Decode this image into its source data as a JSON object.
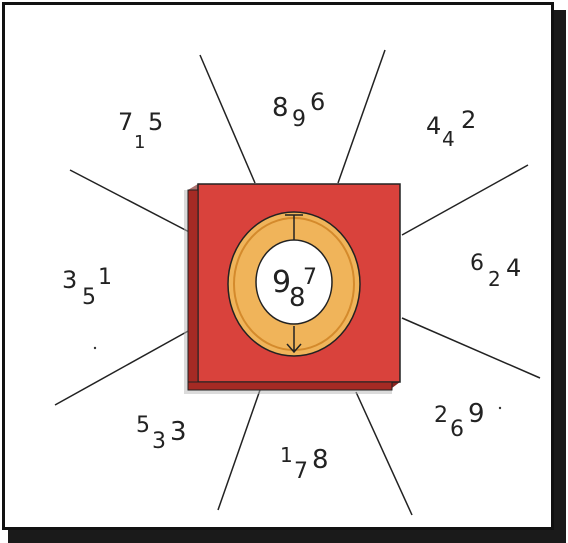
{
  "diagram": {
    "center": {
      "top": "9",
      "sub": "8",
      "sup": "7"
    },
    "regions": [
      {
        "id": "top-left",
        "main": "7",
        "sub": "1",
        "sup": "5"
      },
      {
        "id": "top",
        "main": "8",
        "sub": "9",
        "sup": "6"
      },
      {
        "id": "top-right",
        "main": "4",
        "sub": "4",
        "sup": "2"
      },
      {
        "id": "left",
        "main": "3",
        "sub": "5",
        "sup": "1"
      },
      {
        "id": "right",
        "main": "6",
        "sub": "2",
        "sup": "4"
      },
      {
        "id": "bottom-left",
        "main": "5",
        "sub": "3",
        "sup": "3"
      },
      {
        "id": "bottom",
        "main": "1",
        "sub": "7",
        "sup": "8"
      },
      {
        "id": "bottom-right",
        "main": "2",
        "sub": "6",
        "sup": "9"
      }
    ],
    "colors": {
      "square": "#d9423c",
      "square_dark": "#a52a24",
      "ring": "#f0b45a",
      "ring_edge": "#d48a2c"
    }
  }
}
